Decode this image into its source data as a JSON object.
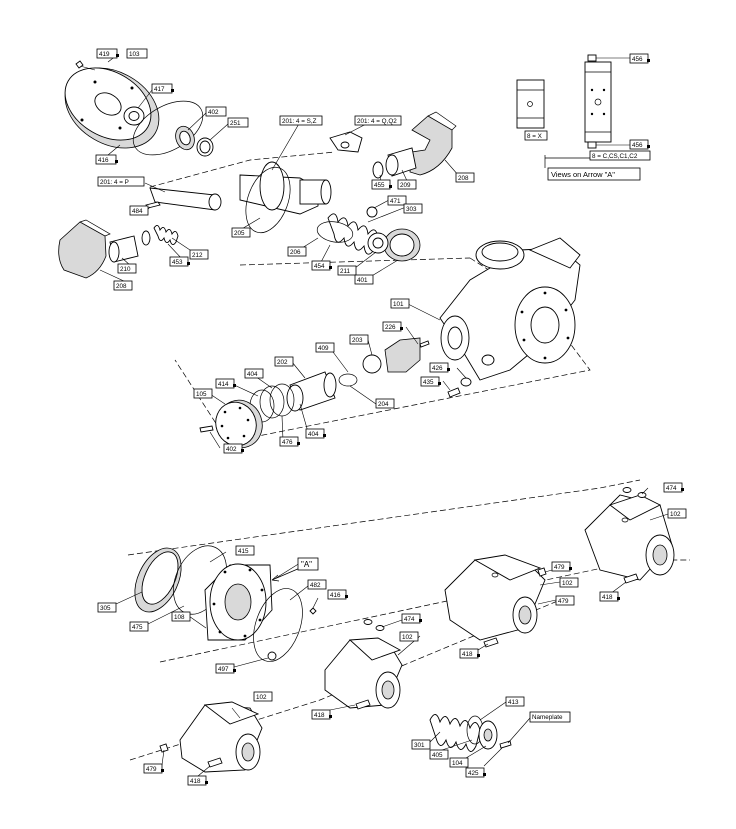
{
  "labels": {
    "l419": "419",
    "l103": "103",
    "l417": "417",
    "l402": "402",
    "l251": "251",
    "l416": "416",
    "l201sz": "201: 4 = S,Z",
    "l201qq2": "201: 4 = Q,Q2",
    "l201p": "201: 4 = P",
    "l484": "484",
    "l205": "205",
    "l455": "455",
    "l209": "209",
    "l208a": "208",
    "l471": "471",
    "l303": "303",
    "l206": "206",
    "l454": "454",
    "l211": "211",
    "l401": "401",
    "l210": "210",
    "l453": "453",
    "l212": "212",
    "l208b": "208",
    "l101": "101",
    "l202": "202",
    "l409": "409",
    "l203": "203",
    "l226": "226",
    "l404a": "404",
    "l414": "414",
    "l105": "105",
    "l204": "204",
    "l426": "426",
    "l435": "435",
    "l476": "476",
    "l404b": "404",
    "l402b": "402",
    "l456a": "456",
    "l456b": "456",
    "lbx": "8 = X",
    "lbc": "8 = C,CS,C1,C2",
    "views": "Views on Arrow \"A\"",
    "l474a": "474",
    "l102a": "102",
    "l415": "415",
    "l305": "305",
    "l475": "475",
    "l108": "108",
    "l482": "482",
    "l416b": "416",
    "arrowA": "\"A\"",
    "l479a": "479",
    "l102b": "102",
    "l479b": "479",
    "l418a": "418",
    "l474b": "474",
    "l102c": "102",
    "l418b": "418",
    "l497": "497",
    "l418c": "418",
    "l413": "413",
    "l102d": "102",
    "nameplate": "Nameplate",
    "l301": "301",
    "l405": "405",
    "l104": "104",
    "l425": "425",
    "l479c": "479",
    "l418d": "418"
  }
}
